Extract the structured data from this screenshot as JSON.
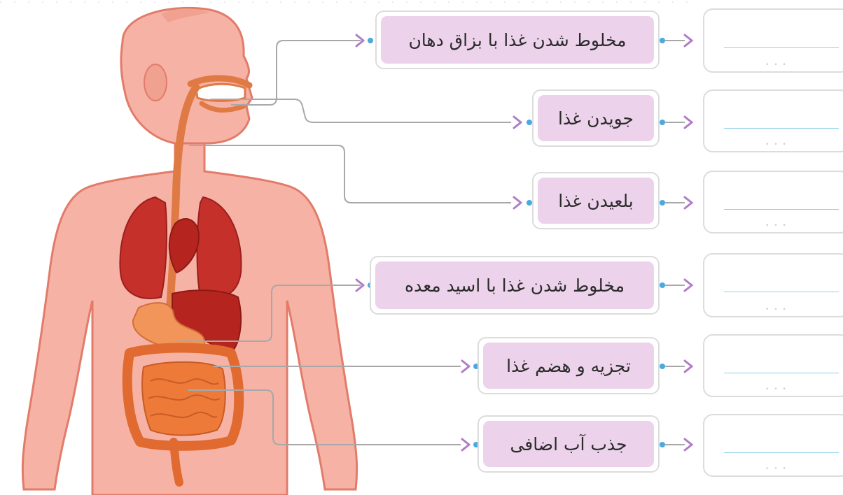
{
  "steps": [
    {
      "label": "مخلوط شدن غذا با بزاق دهان"
    },
    {
      "label": "جویدن غذا"
    },
    {
      "label": "بلعیدن غذا"
    },
    {
      "label": "مخلوط شدن غذا با اسید معده"
    },
    {
      "label": "تجزیه و هضم غذا"
    },
    {
      "label": "جذب آب اضافی"
    }
  ],
  "colors": {
    "label_fill": "#ecd2ea",
    "box_border": "#dcdcdc",
    "arrow": "#b07cc6",
    "connector_line": "#a8a8a8",
    "dot_blue": "#4aa9e0",
    "dot_red": "#ef6f5e",
    "answer_line": "#8fd0ea",
    "skin": "#f6b3a5",
    "skin_outline": "#e27b6a",
    "organ_red": "#c6302b",
    "stomach": "#f2955b",
    "intestine": "#ee7a3a",
    "esophagus": "#e07a45"
  },
  "icons": [
    "chevron-right-icon",
    "connector-dot-icon"
  ]
}
